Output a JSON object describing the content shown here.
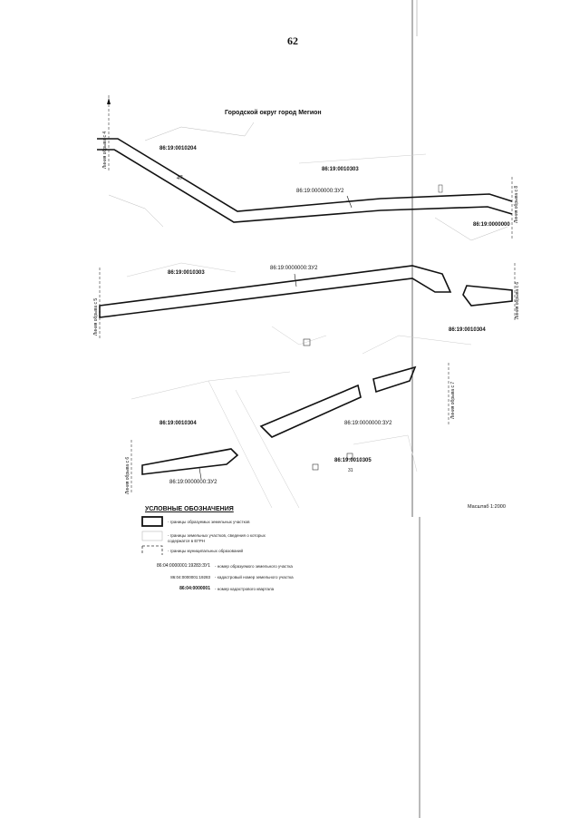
{
  "page_number": "62",
  "map_title": "Городской округ город Мегион",
  "labels": {
    "q_0010204_a": "86:19:0010204",
    "q_0010303_a": "86:19:0010303",
    "zu2_a": "86:19:0000000:ЗУ2",
    "q_0010303_b": "86:19:0010303",
    "zu2_b": "86:19:0000000:ЗУ2",
    "q_0010304_a": "86:19:0010304",
    "q_0010304_b": "86:19:0010304",
    "zu2_c": "86:19:0000000:ЗУ2",
    "q_0010305": "86:19:0010305",
    "zu2_d": "86:19:0000000:ЗУ2",
    "edge_right_1": "86:19:0000000",
    "parcel_47": "47",
    "parcel_31": "31"
  },
  "break_lines": {
    "line_4": "Линия обрыва с 4",
    "line_8": "Линия обрыва с 8",
    "line_5": "Линия обрыва с 5",
    "line_6": "Линия обрыва с 6",
    "line_7": "Линия обрыва с 7",
    "line_6b": "Линия обрыва с 6"
  },
  "scale": "Масштаб 1:2000",
  "legend": {
    "title": "УСЛОВНЫЕ ОБОЗНАЧЕНИЯ",
    "items": [
      {
        "text": "- границы образуемых земельных участков"
      },
      {
        "text": "- границы земельных участков, сведения о которых содержатся в ЕГРН"
      },
      {
        "text": "- границы муниципальных образований"
      }
    ],
    "codes": [
      {
        "code": "86:04:0000001:19283:ЗУ1",
        "text": "- номер образуемого земельного участка"
      },
      {
        "code": "86:04:0000001:19283",
        "text": "- кадастровый номер земельного участка"
      },
      {
        "code": "86:04:0000001",
        "text": "- номер кадастрового квартала"
      }
    ]
  }
}
